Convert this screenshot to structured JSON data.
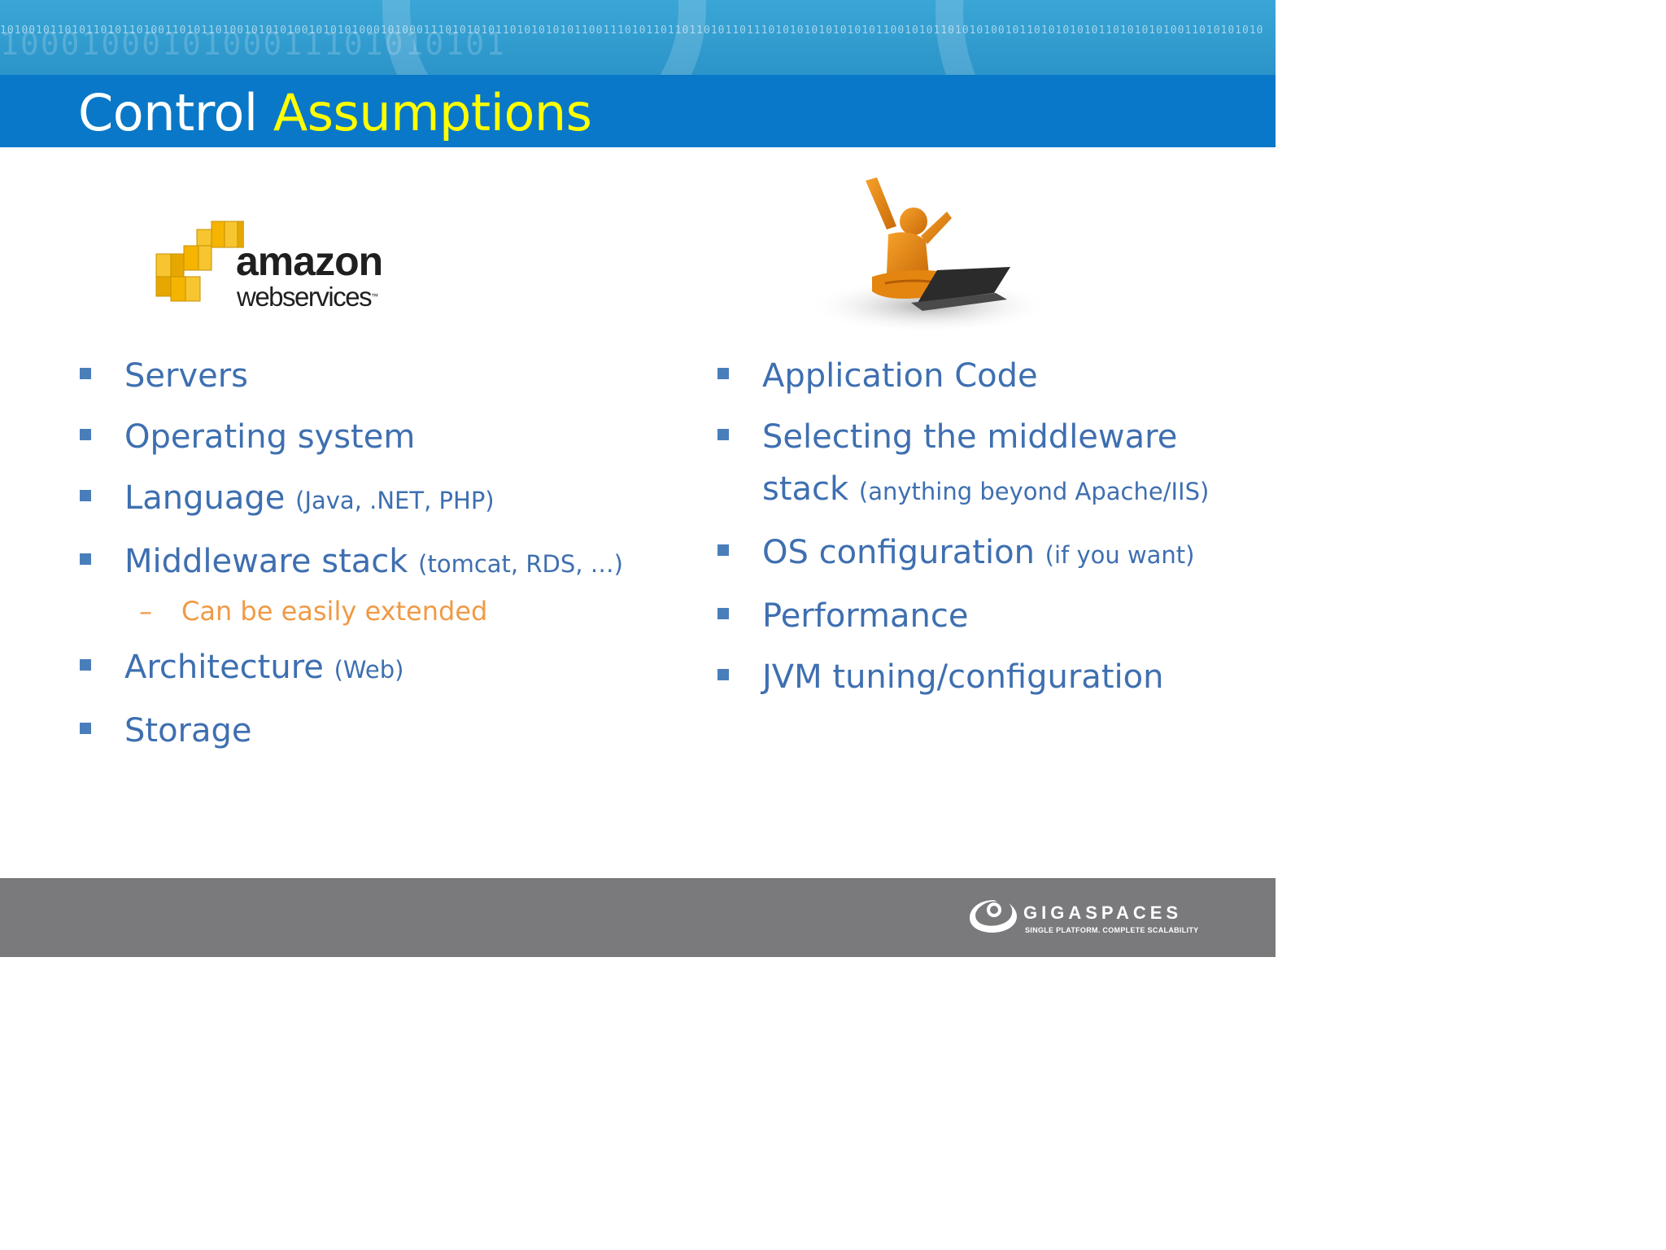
{
  "slide": {
    "title_main": "Control",
    "title_accent": "Assumptions"
  },
  "header": {
    "binary_text": "10100101101011010110100110101101001010101001010101000101000111010101011010101010110011101011011011010110111010101010101010110010101101010100101101010101011010101010011010101010"
  },
  "logos": {
    "aws_line1": "amazon",
    "aws_line2": "webservices",
    "aws_tm": "™",
    "gigaspaces_name": "GIGASPACES",
    "gigaspaces_tagline": "SINGLE PLATFORM. COMPLETE SCALABILITY"
  },
  "left_list": [
    {
      "text": "Servers",
      "note": ""
    },
    {
      "text": "Operating system",
      "note": ""
    },
    {
      "text": "Language",
      "note": "(Java, .NET, PHP)"
    },
    {
      "text": "Middleware stack",
      "note": "(tomcat, RDS, …)"
    },
    {
      "text": "Architecture",
      "note": "(Web)"
    },
    {
      "text": "Storage",
      "note": ""
    }
  ],
  "left_sub": {
    "dash": "–",
    "text": "Can be easily extended"
  },
  "right_list": [
    {
      "text": "Application Code",
      "note": ""
    },
    {
      "text": "Selecting the middleware stack",
      "note": "(anything beyond Apache/IIS)"
    },
    {
      "text": "OS configuration",
      "note": "(if you want)"
    },
    {
      "text": "Performance",
      "note": ""
    },
    {
      "text": "JVM tuning/configuration",
      "note": ""
    }
  ],
  "colors": {
    "title_band": "#0a78c8",
    "title_accent": "#ffff00",
    "bullet_text": "#3e6fb0",
    "sub_text": "#f09a45",
    "footer": "#7a797c"
  }
}
